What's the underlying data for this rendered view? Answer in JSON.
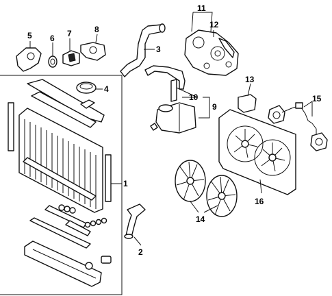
{
  "callouts": {
    "c1": "1",
    "c2": "2",
    "c3": "3",
    "c4": "4",
    "c5": "5",
    "c6": "6",
    "c7": "7",
    "c8": "8",
    "c9": "9",
    "c10": "10",
    "c11": "11",
    "c12": "12",
    "c13": "13",
    "c14": "14",
    "c15": "15",
    "c16": "16"
  },
  "colors": {
    "line": "#111111",
    "background": "#ffffff",
    "shade": "#d9d9d9"
  }
}
